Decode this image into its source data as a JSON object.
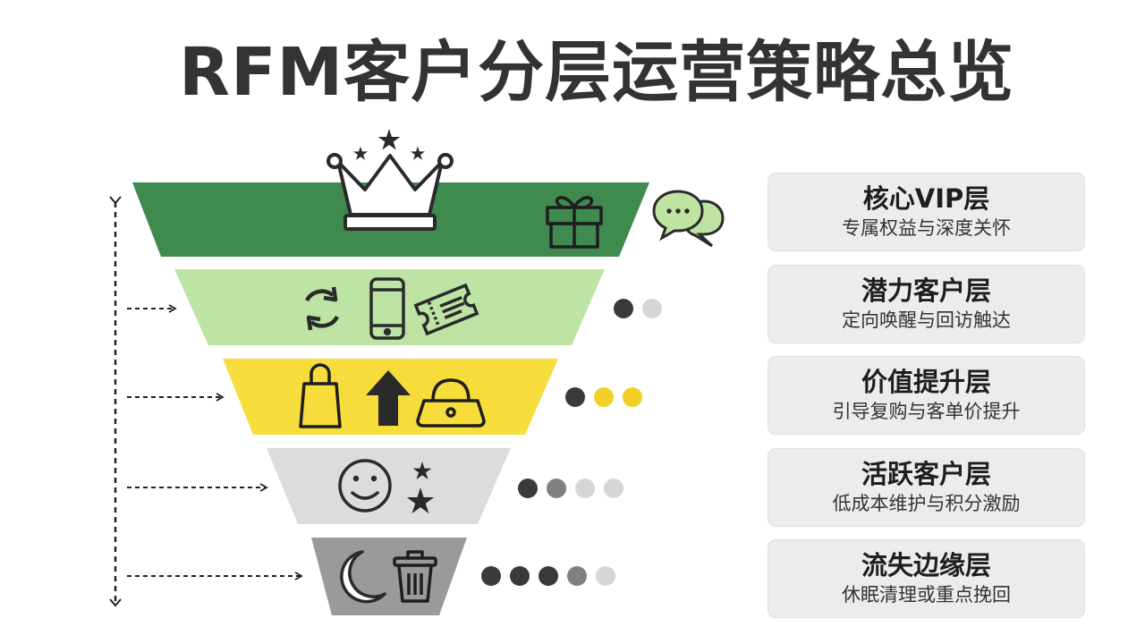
{
  "title": "RFM客户分层运营策略总览",
  "colors": {
    "tier_core": "#3f8a4f",
    "tier_potential": "#bde3a5",
    "tier_value": "#f6dd3c",
    "tier_active": "#dcdcdc",
    "tier_churn": "#9a9a9a",
    "dot_dark": "#3a3a3a",
    "dot_mid": "#808080",
    "dot_light": "#d6d6d6",
    "dot_yellow": "#f2cf27"
  },
  "tiers": [
    {
      "name": "核心VIP层",
      "desc": "专属权益与深度关怀",
      "icons": [
        "crown-icon",
        "star-icon",
        "gift-icon",
        "chat-bubbles-icon"
      ]
    },
    {
      "name": "潜力客户层",
      "desc": "定向唤醒与回访触达",
      "icons": [
        "refresh-icon",
        "smartphone-icon",
        "ticket-icon"
      ],
      "indicator_dots": [
        "dark",
        "light"
      ]
    },
    {
      "name": "价值提升层",
      "desc": "引导复购与客单价提升",
      "icons": [
        "shopping-bag-icon",
        "up-arrow-icon",
        "handbag-icon"
      ],
      "indicator_dots": [
        "dark",
        "yellow",
        "yellow"
      ]
    },
    {
      "name": "活跃客户层",
      "desc": "低成本维护与积分激励",
      "icons": [
        "smiley-icon",
        "star-icon"
      ],
      "indicator_dots": [
        "dark",
        "mid",
        "light",
        "light"
      ]
    },
    {
      "name": "流失边缘层",
      "desc": "休眠清理或重点挽回",
      "icons": [
        "moon-icon",
        "trash-icon"
      ],
      "indicator_dots": [
        "dark",
        "dark",
        "dark",
        "mid",
        "light"
      ]
    }
  ]
}
